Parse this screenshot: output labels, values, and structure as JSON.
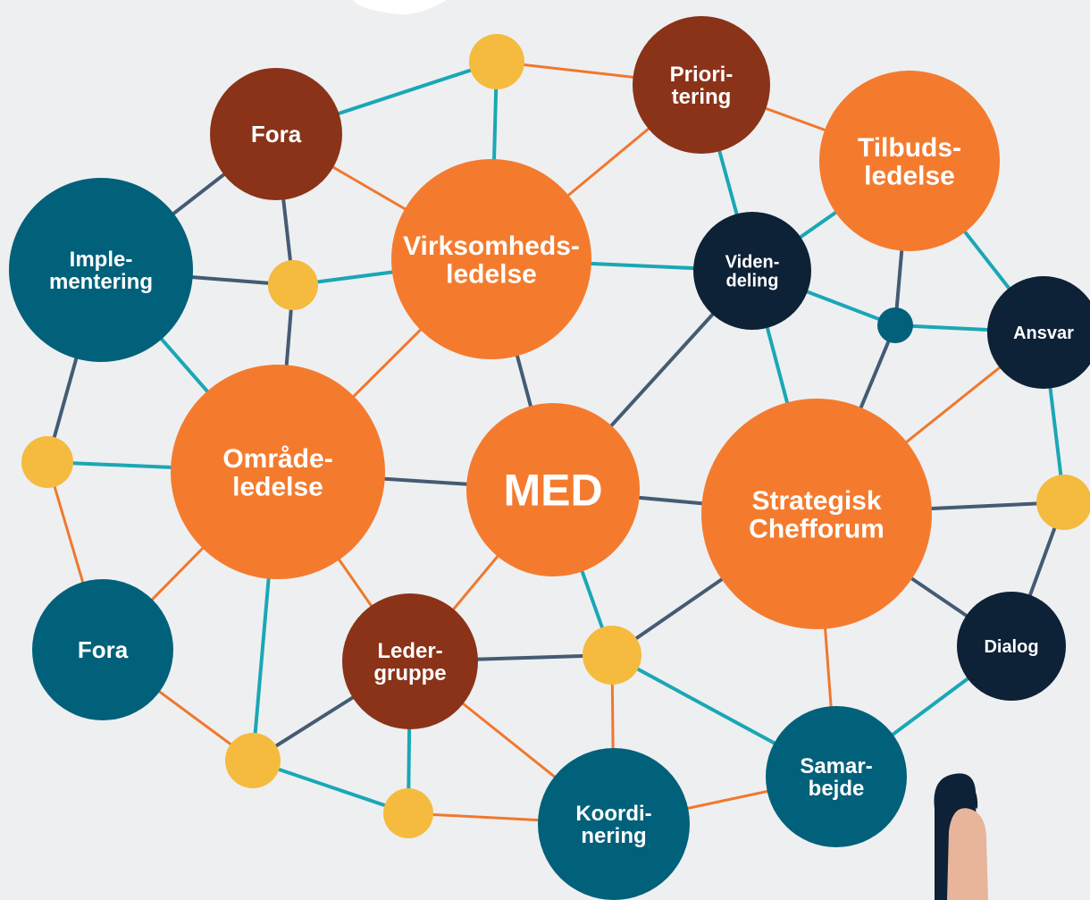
{
  "colors": {
    "background": "#eeeff1",
    "orange": "#f47b2e",
    "brown": "#8a3319",
    "teal": "#02617a",
    "navy": "#0d2137",
    "yellow": "#f5bb3e",
    "line_teal": "#1aa7b5",
    "line_orange": "#f0782d",
    "line_slate": "#445b73",
    "label_light": "#ffffff"
  },
  "nodes": [
    {
      "id": "prioritering",
      "color": "brown",
      "lines": [
        "Priori-",
        "tering"
      ]
    },
    {
      "id": "fora-top",
      "color": "brown",
      "lines": [
        "Fora"
      ]
    },
    {
      "id": "tilbudsledelse",
      "color": "orange",
      "lines": [
        "Tilbuds-",
        "ledelse"
      ]
    },
    {
      "id": "virksomhedsledelse",
      "color": "orange",
      "lines": [
        "Virksomheds-",
        "ledelse"
      ]
    },
    {
      "id": "implementering",
      "color": "teal",
      "lines": [
        "Imple-",
        "mentering"
      ]
    },
    {
      "id": "videndeling",
      "color": "navy",
      "lines": [
        "Viden-",
        "deling"
      ]
    },
    {
      "id": "ansvar",
      "color": "navy",
      "lines": [
        "Ansvar"
      ]
    },
    {
      "id": "omraadeledelse",
      "color": "orange",
      "lines": [
        "Område-",
        "ledelse"
      ]
    },
    {
      "id": "med",
      "color": "orange",
      "lines": [
        "MED"
      ]
    },
    {
      "id": "strategisk-chefforum",
      "color": "orange",
      "lines": [
        "Strategisk",
        "Chefforum"
      ]
    },
    {
      "id": "fora-bottom",
      "color": "teal",
      "lines": [
        "Fora"
      ]
    },
    {
      "id": "ledergruppe",
      "color": "brown",
      "lines": [
        "Leder-",
        "gruppe"
      ]
    },
    {
      "id": "dialog",
      "color": "navy",
      "lines": [
        "Dialog"
      ]
    },
    {
      "id": "samarbejde",
      "color": "teal",
      "lines": [
        "Samar-",
        "bejde"
      ]
    },
    {
      "id": "koordinering",
      "color": "teal",
      "lines": [
        "Koordi-",
        "nering"
      ]
    },
    {
      "id": "junction-top",
      "color": "yellow",
      "lines": []
    },
    {
      "id": "junction-upper-left",
      "color": "yellow",
      "lines": []
    },
    {
      "id": "junction-left",
      "color": "yellow",
      "lines": []
    },
    {
      "id": "junction-right",
      "color": "yellow",
      "lines": []
    },
    {
      "id": "junction-center",
      "color": "yellow",
      "lines": []
    },
    {
      "id": "junction-bottom-left",
      "color": "yellow",
      "lines": []
    },
    {
      "id": "junction-bottom",
      "color": "yellow",
      "lines": []
    },
    {
      "id": "junction-teal",
      "color": "teal",
      "lines": []
    }
  ],
  "edges": [
    {
      "from": "junction-top",
      "to": "fora-top",
      "color": "line_teal"
    },
    {
      "from": "junction-top",
      "to": "prioritering",
      "color": "line_orange"
    },
    {
      "from": "junction-top",
      "to": "virksomhedsledelse",
      "color": "line_teal"
    },
    {
      "from": "fora-top",
      "to": "virksomhedsledelse",
      "color": "line_orange"
    },
    {
      "from": "fora-top",
      "to": "implementering",
      "color": "line_slate"
    },
    {
      "from": "fora-top",
      "to": "junction-upper-left",
      "color": "line_slate"
    },
    {
      "from": "prioritering",
      "to": "virksomhedsledelse",
      "color": "line_orange"
    },
    {
      "from": "prioritering",
      "to": "tilbudsledelse",
      "color": "line_orange"
    },
    {
      "from": "prioritering",
      "to": "videndeling",
      "color": "line_teal"
    },
    {
      "from": "implementering",
      "to": "junction-upper-left",
      "color": "line_slate"
    },
    {
      "from": "implementering",
      "to": "omraadeledelse",
      "color": "line_teal"
    },
    {
      "from": "implementering",
      "to": "junction-left",
      "color": "line_slate"
    },
    {
      "from": "junction-upper-left",
      "to": "virksomhedsledelse",
      "color": "line_teal"
    },
    {
      "from": "junction-upper-left",
      "to": "omraadeledelse",
      "color": "line_slate"
    },
    {
      "from": "virksomhedsledelse",
      "to": "videndeling",
      "color": "line_teal"
    },
    {
      "from": "virksomhedsledelse",
      "to": "omraadeledelse",
      "color": "line_orange"
    },
    {
      "from": "virksomhedsledelse",
      "to": "med",
      "color": "line_slate"
    },
    {
      "from": "videndeling",
      "to": "tilbudsledelse",
      "color": "line_teal"
    },
    {
      "from": "videndeling",
      "to": "junction-teal",
      "color": "line_teal"
    },
    {
      "from": "videndeling",
      "to": "med",
      "color": "line_slate"
    },
    {
      "from": "videndeling",
      "to": "strategisk-chefforum",
      "color": "line_teal"
    },
    {
      "from": "tilbudsledelse",
      "to": "junction-teal",
      "color": "line_slate"
    },
    {
      "from": "tilbudsledelse",
      "to": "ansvar",
      "color": "line_teal"
    },
    {
      "from": "junction-teal",
      "to": "ansvar",
      "color": "line_teal"
    },
    {
      "from": "junction-teal",
      "to": "strategisk-chefforum",
      "color": "line_slate"
    },
    {
      "from": "ansvar",
      "to": "strategisk-chefforum",
      "color": "line_orange"
    },
    {
      "from": "ansvar",
      "to": "junction-right",
      "color": "line_teal"
    },
    {
      "from": "junction-left",
      "to": "omraadeledelse",
      "color": "line_teal"
    },
    {
      "from": "junction-left",
      "to": "fora-bottom",
      "color": "line_orange"
    },
    {
      "from": "omraadeledelse",
      "to": "med",
      "color": "line_slate"
    },
    {
      "from": "omraadeledelse",
      "to": "fora-bottom",
      "color": "line_orange"
    },
    {
      "from": "omraadeledelse",
      "to": "ledergruppe",
      "color": "line_orange"
    },
    {
      "from": "omraadeledelse",
      "to": "junction-bottom-left",
      "color": "line_teal"
    },
    {
      "from": "med",
      "to": "strategisk-chefforum",
      "color": "line_slate"
    },
    {
      "from": "med",
      "to": "ledergruppe",
      "color": "line_orange"
    },
    {
      "from": "med",
      "to": "junction-center",
      "color": "line_teal"
    },
    {
      "from": "strategisk-chefforum",
      "to": "junction-right",
      "color": "line_slate"
    },
    {
      "from": "strategisk-chefforum",
      "to": "dialog",
      "color": "line_slate"
    },
    {
      "from": "strategisk-chefforum",
      "to": "junction-center",
      "color": "line_slate"
    },
    {
      "from": "strategisk-chefforum",
      "to": "samarbejde",
      "color": "line_orange"
    },
    {
      "from": "junction-right",
      "to": "dialog",
      "color": "line_slate"
    },
    {
      "from": "dialog",
      "to": "samarbejde",
      "color": "line_teal"
    },
    {
      "from": "fora-bottom",
      "to": "junction-bottom-left",
      "color": "line_orange"
    },
    {
      "from": "ledergruppe",
      "to": "junction-center",
      "color": "line_slate"
    },
    {
      "from": "ledergruppe",
      "to": "junction-bottom-left",
      "color": "line_slate"
    },
    {
      "from": "ledergruppe",
      "to": "junction-bottom",
      "color": "line_teal"
    },
    {
      "from": "ledergruppe",
      "to": "koordinering",
      "color": "line_orange"
    },
    {
      "from": "junction-center",
      "to": "samarbejde",
      "color": "line_teal"
    },
    {
      "from": "junction-center",
      "to": "koordinering",
      "color": "line_orange"
    },
    {
      "from": "junction-bottom-left",
      "to": "junction-bottom",
      "color": "line_teal"
    },
    {
      "from": "junction-bottom",
      "to": "koordinering",
      "color": "line_orange"
    },
    {
      "from": "koordinering",
      "to": "samarbejde",
      "color": "line_orange"
    }
  ]
}
